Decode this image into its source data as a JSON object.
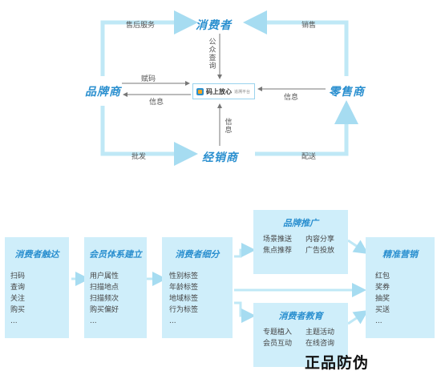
{
  "top": {
    "nodes": {
      "consumer": "消费者",
      "brand": "品牌商",
      "retailer": "零售商",
      "distributor": "经销商"
    },
    "edges": {
      "after_sales": "售后服务",
      "sales": "销售",
      "public_query": "公众查询",
      "assign_code": "赋码",
      "info_left": "信息",
      "info_right": "信息",
      "info_bottom": "信息",
      "wholesale": "批发",
      "delivery": "配送"
    },
    "hub": {
      "name": "码上放心",
      "sub": "追溯平台"
    }
  },
  "bottom": {
    "consumer_reach": {
      "title": "消费者触达",
      "items": [
        "扫码",
        "查询",
        "关注",
        "购买",
        "..."
      ]
    },
    "membership": {
      "title": "会员体系建立",
      "items": [
        "用户属性",
        "扫描地点",
        "扫描频次",
        "购买偏好",
        "..."
      ]
    },
    "segmentation": {
      "title": "消费者细分",
      "items": [
        "性别标签",
        "年龄标签",
        "地域标签",
        "行为标签",
        "..."
      ]
    },
    "brand_promo": {
      "title": "品牌推广",
      "items_left": [
        "场景推送",
        "焦点推荐"
      ],
      "items_right": [
        "内容分享",
        "广告投放"
      ]
    },
    "education": {
      "title": "消费者教育",
      "items_left": [
        "专题植入",
        "会员互动"
      ],
      "items_right": [
        "主题活动",
        "在线咨询"
      ]
    },
    "precision": {
      "title": "精准营销",
      "items": [
        "红包",
        "奖券",
        "抽奖",
        "买送",
        "..."
      ]
    }
  },
  "footer_text": "正品防伪",
  "colors": {
    "accent": "#2a8fcf",
    "arrow": "#bfe8f6",
    "box": "#cfeefa"
  }
}
